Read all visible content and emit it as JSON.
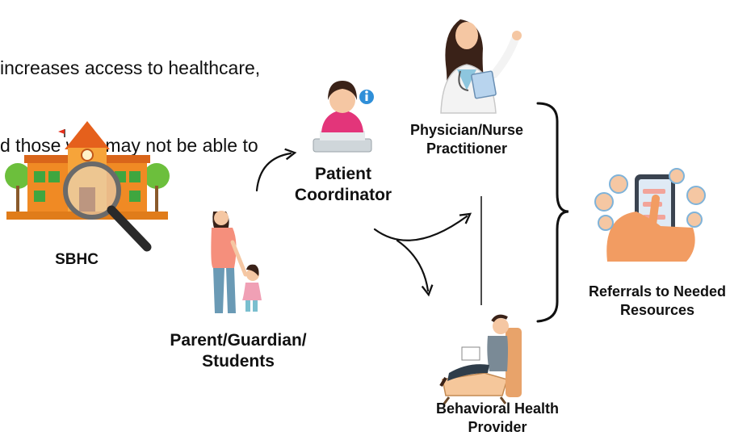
{
  "intro": {
    "line1": "increases access to healthcare,",
    "line2": "d those who may not be able to"
  },
  "nodes": {
    "physician": {
      "line1": "Physician/Nurse",
      "line2": "Practitioner",
      "icon": "physician-icon"
    },
    "coordinator": {
      "line1": "Patient",
      "line2": "Coordinator",
      "icon": "coordinator-icon"
    },
    "sbhc": {
      "label": "SBHC",
      "icon": "school-magnifier-icon"
    },
    "parent": {
      "line1": "Parent/Guardian/",
      "line2": "Students",
      "icon": "parent-child-icon"
    },
    "behavioral": {
      "line1": "Behavioral Health",
      "line2": "Provider",
      "icon": "therapist-icon"
    },
    "referrals": {
      "line1": "Referrals to Needed",
      "line2": "Resources",
      "icon": "phone-network-icon"
    }
  },
  "colors": {
    "school_orange": "#f08a24",
    "skin": "#f5c7a3",
    "lab_coat": "#f3f3f3",
    "teal": "#5aa9b8",
    "blue_info": "#2f8fd8"
  }
}
